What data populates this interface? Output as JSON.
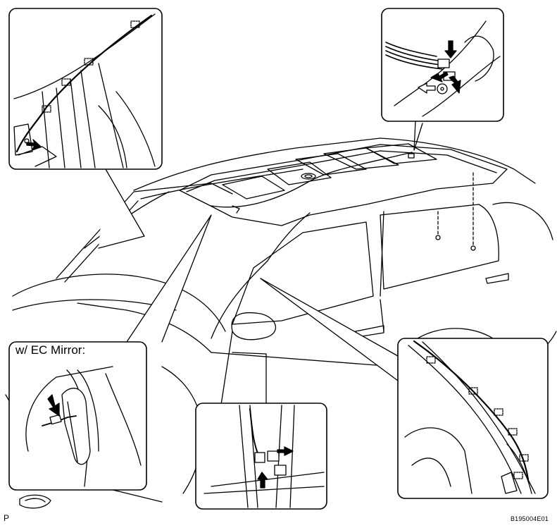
{
  "labels": {
    "ec_mirror": "w/ EC Mirror:",
    "page_letter": "P",
    "figure_code": "B195004E01"
  },
  "colors": {
    "line": "#000000",
    "background": "#ffffff",
    "fill": "#ffffff"
  },
  "icons": {
    "arrow": "filled-arrow-icon",
    "arrow_outline": "outline-arrow-icon",
    "clip": "clip-icon"
  }
}
